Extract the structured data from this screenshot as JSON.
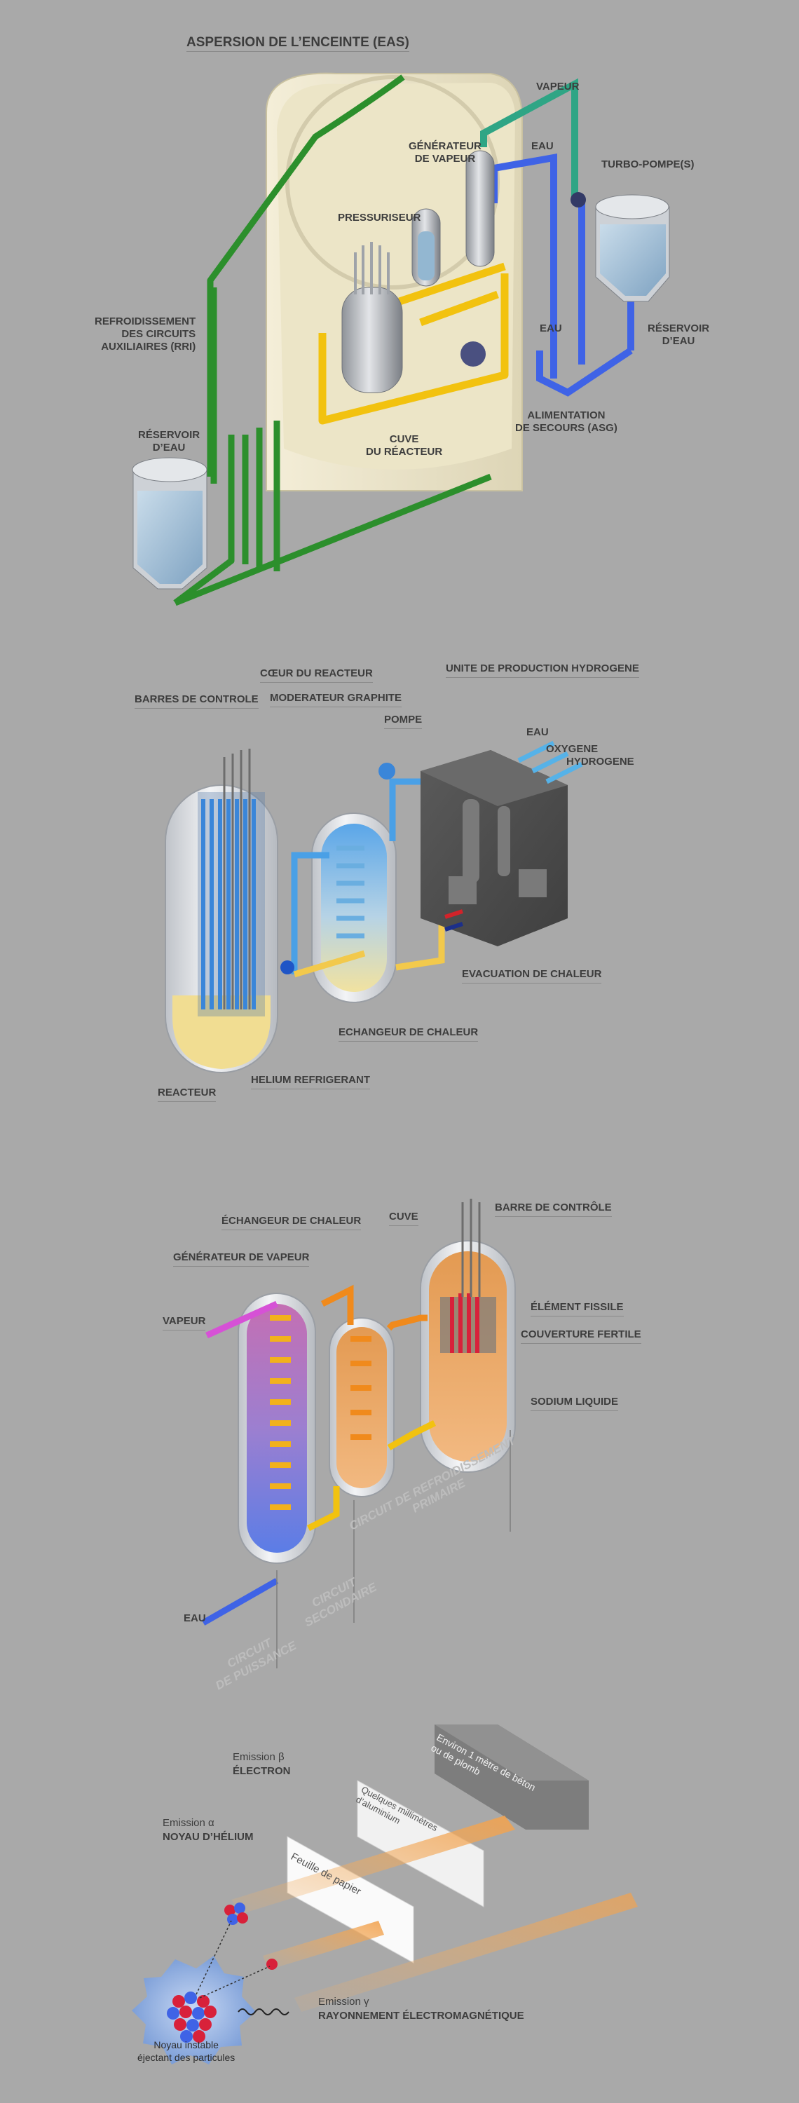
{
  "diagram1": {
    "title": "ASPERSION DE L’ENCEINTE (EAS)",
    "vapeur": "VAPEUR",
    "generateur": "GÉNÉRATEUR\nDE VAPEUR",
    "eau_top": "EAU",
    "turbo": "TURBO-POMPE(S)",
    "pressuriseur": "PRESSURISEUR",
    "rri": "REFROIDISSEMENT\nDES CIRCUITS\nAUXILIAIRES (RRI)",
    "eau_mid": "EAU",
    "reservoir_right": "RÉSERVOIR\nD’EAU",
    "reservoir_left": "RÉSERVOIR\nD’EAU",
    "cuve": "CUVE\nDU RÉACTEUR",
    "asg": "ALIMENTATION\nDE SECOURS (ASG)"
  },
  "diagram2": {
    "coeur": "CŒUR DU REACTEUR",
    "barres": "BARRES DE CONTROLE",
    "moderateur": "MODERATEUR GRAPHITE",
    "unite": "UNITE DE PRODUCTION HYDROGENE",
    "pompe": "POMPE",
    "eau": "EAU",
    "oxygene": "OXYGENE",
    "hydrogene": "HYDROGENE",
    "evacuation": "EVACUATION DE CHALEUR",
    "echangeur": "ECHANGEUR DE CHALEUR",
    "helium": "HELIUM REFRIGERANT",
    "reacteur": "REACTEUR"
  },
  "diagram3": {
    "echangeur": "ÉCHANGEUR DE CHALEUR",
    "cuve": "CUVE",
    "barre": "BARRE DE CONTRÔLE",
    "generateur": "GÉNÉRATEUR DE VAPEUR",
    "vapeur": "VAPEUR",
    "element": "ÉLÉMENT FISSILE",
    "couverture": "COUVERTURE FERTILE",
    "sodium": "SODIUM LIQUIDE",
    "circuit_primaire": "CIRCUIT DE REFROIDISSEMENT\nPRIMAIRE",
    "circuit_secondaire": "CIRCUIT\nSECONDAIRE",
    "circuit_puissance": "CIRCUIT\nDE PUISSANCE",
    "eau": "EAU"
  },
  "diagram4": {
    "beta_line1": "Emission β",
    "beta_line2": "ÉLECTRON",
    "alpha_line1": "Emission α",
    "alpha_line2": "NOYAU D’HÉLIUM",
    "paper": "Feuille de papier",
    "alu": "Quelques millimètres\nd’aluminium",
    "beton": "Environ 1 mètre de béton\nou de plomb",
    "gamma_line1": "Emission γ",
    "gamma_line2": "RAYONNEMENT ÉLECTROMAGNÉTIQUE",
    "noyau": "Noyau instable\néjectant des particules"
  },
  "colors": {
    "background": "#a9a9a9",
    "green_circuit": "#2c8f2c",
    "teal_steam": "#2fa585",
    "blue_water": "#3f63e6",
    "yellow_primary": "#f2c20f",
    "orange": "#f0901c",
    "magenta": "#d651d6",
    "red_fissile": "#d8213a"
  }
}
